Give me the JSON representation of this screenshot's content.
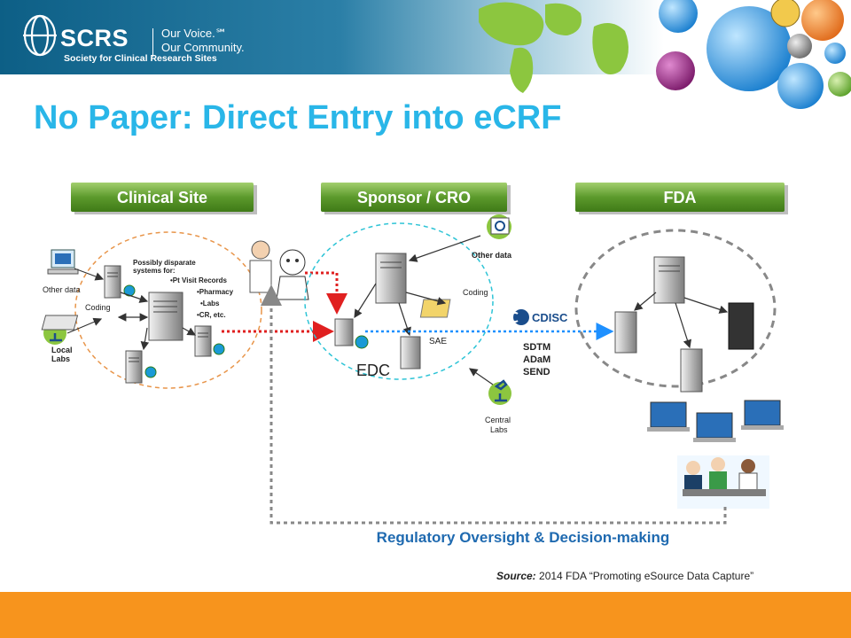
{
  "logo": {
    "name": "SCRS",
    "tagline_1": "Our Voice.℠",
    "tagline_2": "Our Community.",
    "subtitle": "Society for Clinical Research Sites"
  },
  "title": "No Paper: Direct Entry into eCRF",
  "columns": {
    "clinical_site": "Clinical Site",
    "sponsor": "Sponsor / CRO",
    "fda": "FDA"
  },
  "clinical": {
    "other_data": "Other data",
    "local_labs_1": "Local",
    "local_labs_2": "Labs",
    "coding": "Coding",
    "note_1": "Possibly disparate",
    "note_2": "systems for:",
    "note_3": "•Pt Visit Records",
    "note_4": "•Pharmacy",
    "note_5": "•Labs",
    "note_6": "•CR, etc."
  },
  "sponsor": {
    "other_data": "Other data",
    "coding": "Coding",
    "sae": "SAE",
    "edc": "EDC",
    "central_labs_1": "Central",
    "central_labs_2": "Labs"
  },
  "standards": {
    "cdisc": "CDISC",
    "s1": "SDTM",
    "s2": "ADaM",
    "s3": "SEND"
  },
  "footer_label": "Regulatory Oversight & Decision-making",
  "source": {
    "label": "Source:",
    "text": " 2014 FDA “Promoting eSource Data Capture”"
  },
  "colors": {
    "title": "#29b6e8",
    "footer": "#f7941d",
    "header_btn": "#5c9a2c",
    "regulatory": "#1f6ab0"
  }
}
